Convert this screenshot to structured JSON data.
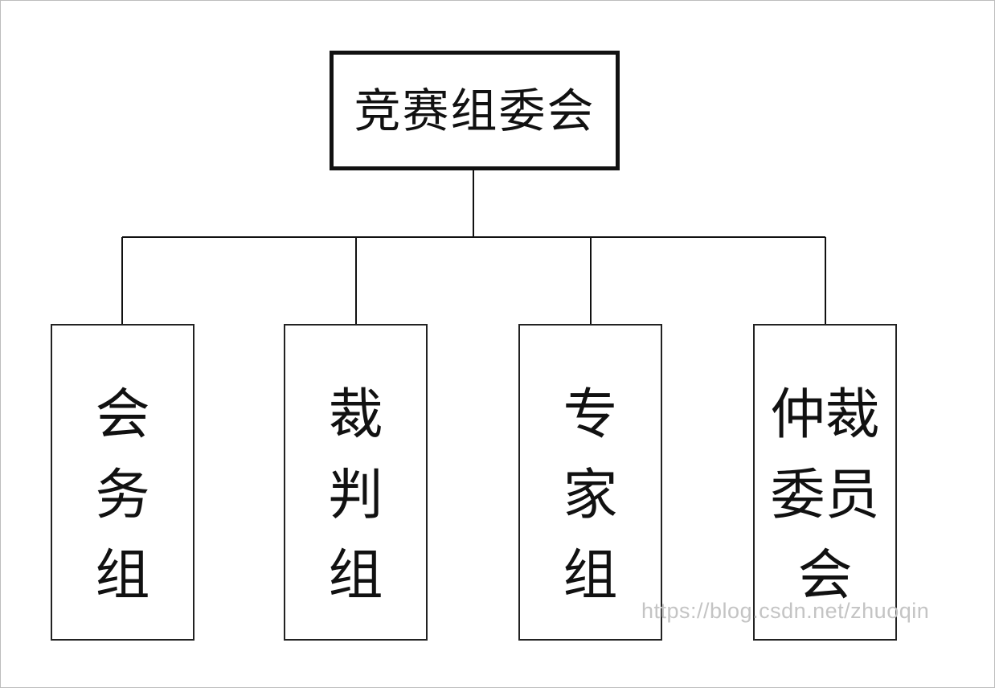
{
  "diagram": {
    "root": {
      "label": "竞赛组委会"
    },
    "children": [
      {
        "label": "会务组"
      },
      {
        "label": "裁判组"
      },
      {
        "label": "专家组"
      },
      {
        "label": "仲裁委员会"
      }
    ]
  },
  "watermark": "https://blog.csdn.net/zhuoqin",
  "colors": {
    "line": "#111111",
    "background": "#ffffff",
    "watermark": "#c4c4c4"
  }
}
